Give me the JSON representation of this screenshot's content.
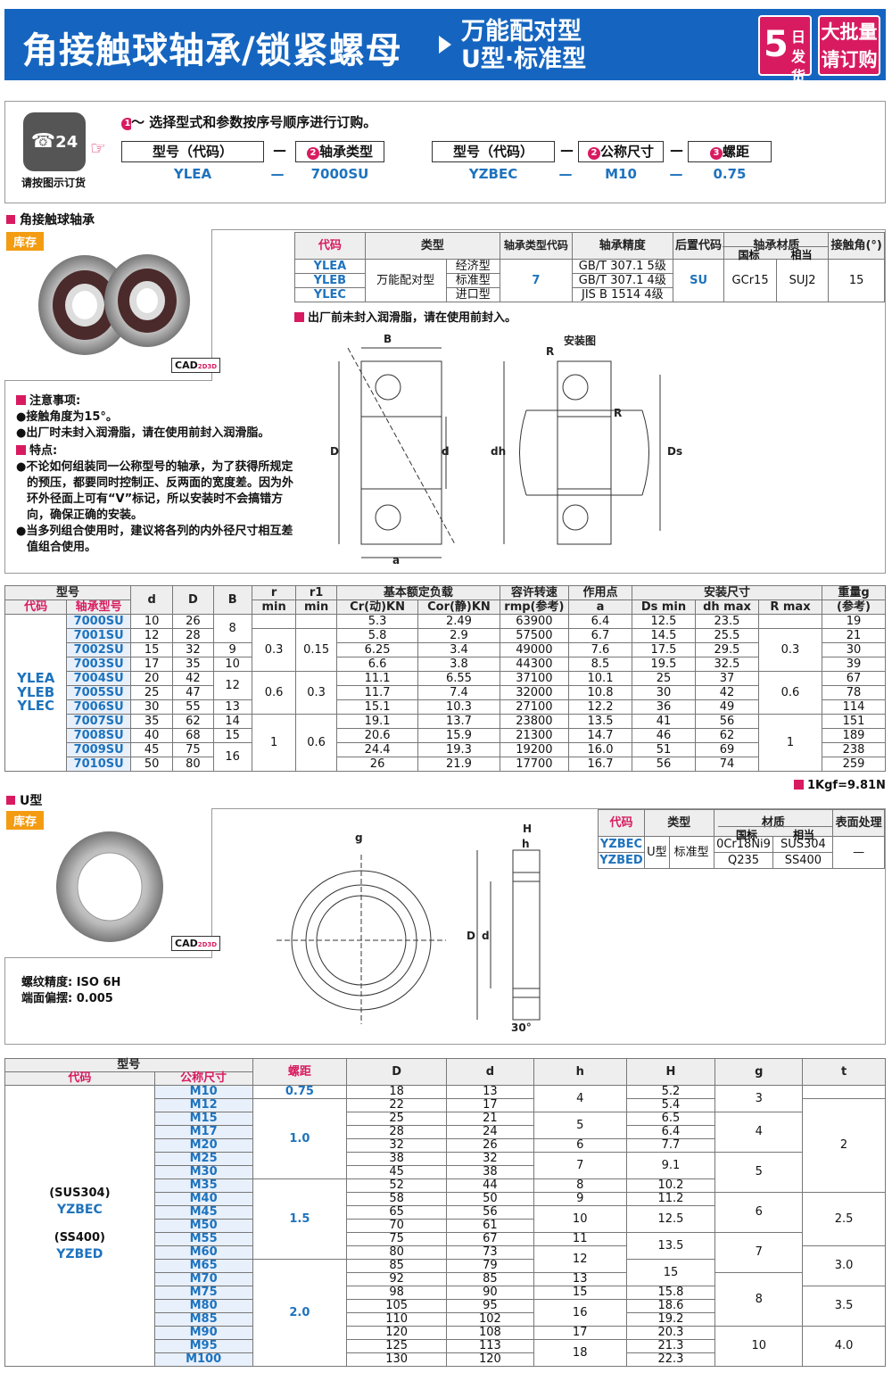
{
  "header": {
    "title": "角接触球轴承/锁紧螺母",
    "subtitle1": "万能配对型",
    "subtitle2": "U型·标准型",
    "badge_num": "5",
    "badge_unit": "日发货",
    "badge2_l1": "大批量",
    "badge2_l2": "请订购"
  },
  "order": {
    "instruction": "～ 选择型式和参数按序号顺序进行订购。",
    "c1": "1",
    "c2": "2",
    "c3": "3",
    "phone_text": "24",
    "caption": "请按图示订货",
    "b1": "型号（代码）",
    "b2": "轴承类型",
    "b3": "型号（代码）",
    "b4": "公称尺寸",
    "b5": "螺距",
    "v1": "YLEA",
    "v2": "7000SU",
    "v3": "YZBEC",
    "v4": "M10",
    "v5": "0.75",
    "dash": "—"
  },
  "s1": {
    "title": "角接触球轴承",
    "stock": "库存",
    "cad": "CAD",
    "cad23": "2D3D",
    "mount": "安装图",
    "note_title": "注意事项:",
    "notes": [
      "接触角度为15°。",
      "出厂时未封入润滑脂，请在使用前封入润滑脂。"
    ],
    "feat_title": "特点:",
    "feats": [
      "不论如何组装同一公称型号的轴承，为了获得所规定的预压，都要同时控制正、反两面的宽度差。因为外环外径面上可有“V”标记，所以安装时不会搞错方向，确保正确的安装。",
      "当多列组合使用时，建议将各列的内外径尺寸相互差值组合使用。"
    ],
    "lube_note": "出厂前未封入润滑脂，请在使用前封入。"
  },
  "spec": {
    "h_code": "代码",
    "h_type": "类型",
    "h_btype": "轴承类型代码",
    "h_prec": "轴承精度",
    "h_suffix": "后置代码",
    "h_mat": "轴承材质",
    "h_gb": "国标",
    "h_eq": "相当",
    "h_angle": "接触角(°)",
    "codes": [
      "YLEA",
      "YLEB",
      "YLEC"
    ],
    "typename": "万能配对型",
    "subtypes": [
      "经济型",
      "标准型",
      "进口型"
    ],
    "btype": "7",
    "precs": [
      "GB/T 307.1  5级",
      "GB/T 307.1  4级",
      "JIS  B 1514  4级"
    ],
    "suffix": "SU",
    "gb": "GCr15",
    "eq": "SUJ2",
    "angle": "15"
  },
  "dims": {
    "h_model": "型号",
    "h_code": "代码",
    "h_btype": "轴承型号",
    "h_d": "d",
    "h_D": "D",
    "h_B": "B",
    "h_r": "r",
    "h_r1": "r1",
    "h_min": "min",
    "h_load": "基本额定负载",
    "h_cr": "Cr(动)KN",
    "h_cor": "Cor(静)KN",
    "h_rpm": "容许转速",
    "h_rpm2": "rmp(参考)",
    "h_a": "作用点",
    "h_a2": "a",
    "h_inst": "安装尺寸",
    "h_ds": "Ds min",
    "h_dh": "dh max",
    "h_rmax": "R max",
    "h_wt": "重量g",
    "h_wt2": "(参考)",
    "codes": [
      "YLEA",
      "YLEB",
      "YLEC"
    ],
    "unit_note": "1Kgf=9.81N",
    "rows": [
      [
        "7000SU",
        "10",
        "26",
        "5.3",
        "2.49",
        "63900",
        "6.4",
        "12.5",
        "23.5",
        "19"
      ],
      [
        "7001SU",
        "12",
        "28",
        "5.8",
        "2.9",
        "57500",
        "6.7",
        "14.5",
        "25.5",
        "21"
      ],
      [
        "7002SU",
        "15",
        "32",
        "6.25",
        "3.4",
        "49000",
        "7.6",
        "17.5",
        "29.5",
        "30"
      ],
      [
        "7003SU",
        "17",
        "35",
        "6.6",
        "3.8",
        "44300",
        "8.5",
        "19.5",
        "32.5",
        "39"
      ],
      [
        "7004SU",
        "20",
        "42",
        "11.1",
        "6.55",
        "37100",
        "10.1",
        "25",
        "37",
        "67"
      ],
      [
        "7005SU",
        "25",
        "47",
        "11.7",
        "7.4",
        "32000",
        "10.8",
        "30",
        "42",
        "78"
      ],
      [
        "7006SU",
        "30",
        "55",
        "15.1",
        "10.3",
        "27100",
        "12.2",
        "36",
        "49",
        "114"
      ],
      [
        "7007SU",
        "35",
        "62",
        "19.1",
        "13.7",
        "23800",
        "13.5",
        "41",
        "56",
        "151"
      ],
      [
        "7008SU",
        "40",
        "68",
        "20.6",
        "15.9",
        "21300",
        "14.7",
        "46",
        "62",
        "189"
      ],
      [
        "7009SU",
        "45",
        "75",
        "24.4",
        "19.3",
        "19200",
        "16.0",
        "51",
        "69",
        "238"
      ],
      [
        "7010SU",
        "50",
        "80",
        "26",
        "21.9",
        "17700",
        "16.7",
        "56",
        "74",
        "259"
      ]
    ],
    "B": [
      "8",
      "9",
      "10",
      "12",
      "13",
      "14",
      "15",
      "16"
    ],
    "r": [
      "0.3",
      "0.6",
      "1"
    ],
    "r1": [
      "0.15",
      "0.3",
      "0.6"
    ],
    "R": [
      "0.3",
      "0.6",
      "1"
    ]
  },
  "s2": {
    "title": "U型",
    "stock": "库存",
    "prec": "螺纹精度: ISO 6H",
    "runout": "端面偏摆: 0.005",
    "h_code": "代码",
    "h_type": "类型",
    "h_mat": "材质",
    "h_gb": "国标",
    "h_eq": "相当",
    "h_surf": "表面处理",
    "codes": [
      "YZBEC",
      "YZBED"
    ],
    "t1": "U型",
    "t2": "标准型",
    "m1": "0Cr18Ni9",
    "m2": "SUS304",
    "m3": "Q235",
    "m4": "SS400",
    "surf": "—"
  },
  "nut": {
    "h_model": "型号",
    "h_code": "代码",
    "h_size": "公称尺寸",
    "h_pitch": "螺距",
    "h_D": "D",
    "h_d": "d",
    "h_h": "h",
    "h_H": "H",
    "h_g": "g",
    "h_t": "t",
    "mat1": "(SUS304)",
    "code1": "YZBEC",
    "mat2": "(SS400)",
    "code2": "YZBED",
    "sizes": [
      "M10",
      "M12",
      "M15",
      "M17",
      "M20",
      "M25",
      "M30",
      "M35",
      "M40",
      "M45",
      "M50",
      "M55",
      "M60",
      "M65",
      "M70",
      "M75",
      "M80",
      "M85",
      "M90",
      "M95",
      "M100"
    ],
    "D": [
      "18",
      "22",
      "25",
      "28",
      "32",
      "38",
      "45",
      "52",
      "58",
      "65",
      "70",
      "75",
      "80",
      "85",
      "92",
      "98",
      "105",
      "110",
      "120",
      "125",
      "130"
    ],
    "d": [
      "13",
      "17",
      "21",
      "24",
      "26",
      "32",
      "38",
      "44",
      "50",
      "56",
      "61",
      "67",
      "73",
      "79",
      "85",
      "90",
      "95",
      "102",
      "108",
      "113",
      "120"
    ],
    "pitch": [
      "0.75",
      "1.0",
      "1.5",
      "2.0"
    ],
    "h": [
      "4",
      "5",
      "6",
      "7",
      "8",
      "9",
      "10",
      "11",
      "12",
      "13",
      "15",
      "16",
      "17",
      "18"
    ],
    "H": [
      "5.2",
      "5.4",
      "6.5",
      "6.4",
      "7.7",
      "9.1",
      "10.2",
      "11.2",
      "12.5",
      "13.5",
      "15",
      "15.8",
      "18.6",
      "19.2",
      "20.3",
      "21.3",
      "22.3"
    ],
    "g": [
      "3",
      "4",
      "5",
      "6",
      "7",
      "8",
      "10"
    ],
    "t": [
      "2",
      "2.5",
      "3.0",
      "3.5",
      "4.0"
    ]
  }
}
